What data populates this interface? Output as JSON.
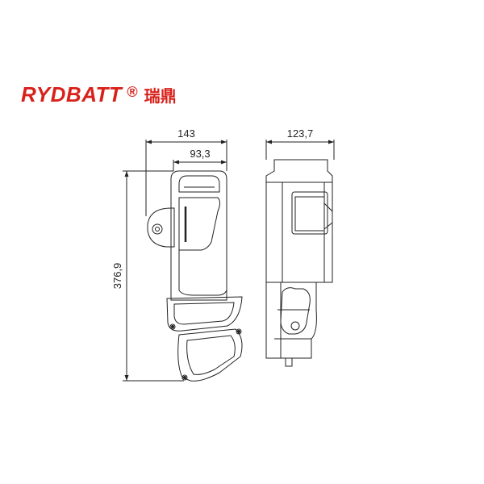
{
  "logo": {
    "brand": "RYDBATT",
    "registered": "®",
    "chinese": "瑞鼎",
    "color": "#d9211b"
  },
  "dimensions": {
    "overall_width": "143",
    "inner_width": "93,3",
    "side_width": "123,7",
    "height": "376,9"
  }
}
